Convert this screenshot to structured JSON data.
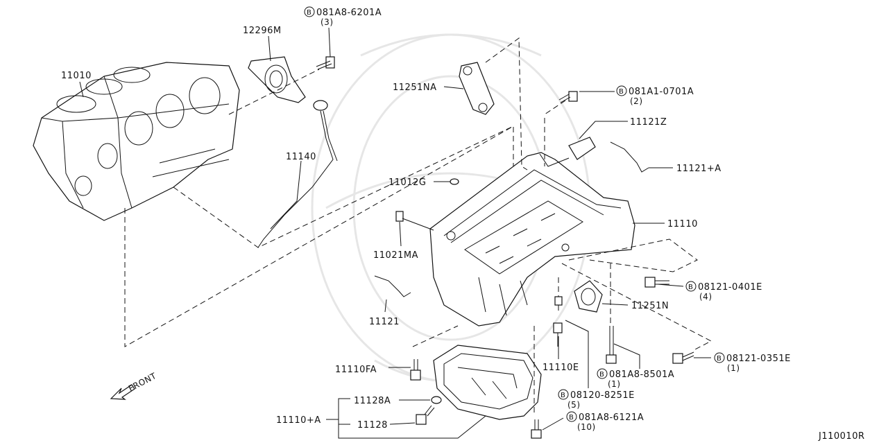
{
  "diagram_id": "J110010R",
  "bolt_symbol": "B",
  "parts": {
    "p11010": "11010",
    "p12296M": "12296M",
    "bolt_6201A": {
      "code": "081A8-6201A",
      "qty": "(3)"
    },
    "p11140": "11140",
    "p11251NA": "11251NA",
    "bolt_0701A": {
      "code": "081A1-0701A",
      "qty": "(2)"
    },
    "p11121Z": "11121Z",
    "p11121A": "11121+A",
    "p11012G": "11012G",
    "p11021MA": "11021MA",
    "p11110": "11110",
    "bolt_0401E": {
      "code": "08121-0401E",
      "qty": "(4)"
    },
    "p11251N": "11251N",
    "p11121": "11121",
    "bolt_0351E": {
      "code": "08121-0351E",
      "qty": "(1)"
    },
    "bolt_8501A": {
      "code": "081A8-8501A",
      "qty": "(1)"
    },
    "p11110E": "11110E",
    "p11110FA": "11110FA",
    "bolt_8251E": {
      "code": "08120-8251E",
      "qty": "(5)"
    },
    "p11128A": "11128A",
    "p11110A": "11110+A",
    "p11128": "11128",
    "bolt_6121A": {
      "code": "081A8-6121A",
      "qty": "(10)"
    }
  },
  "front_label": "FRONT"
}
